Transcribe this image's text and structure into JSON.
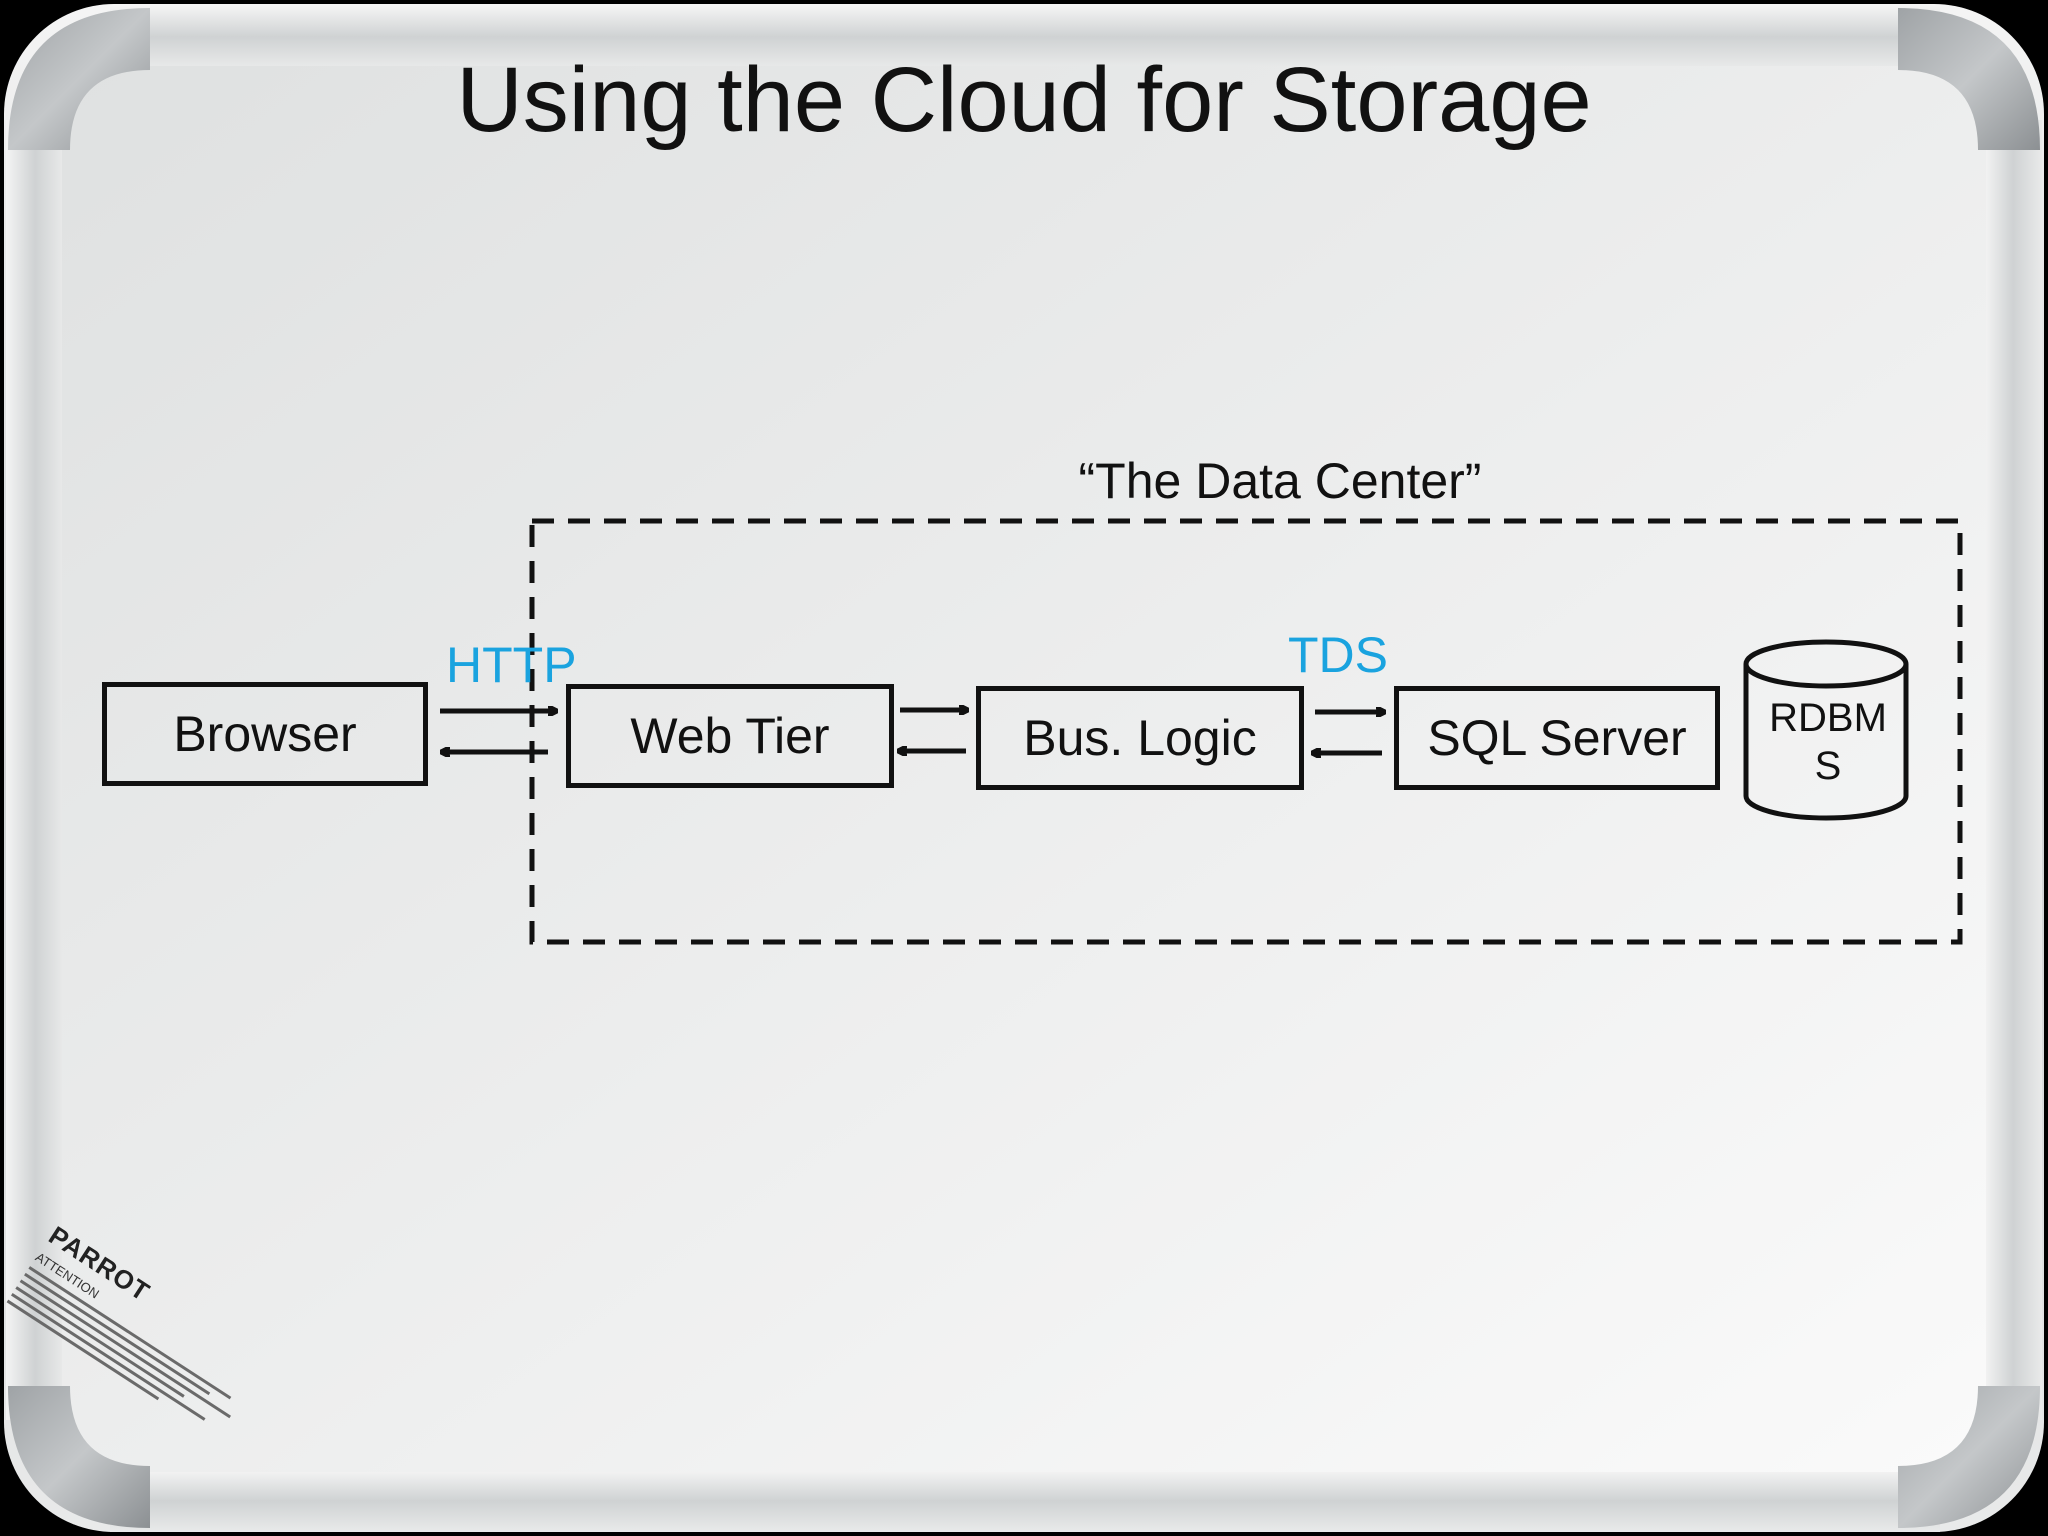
{
  "slide": {
    "title": "Using the Cloud for Storage"
  },
  "diagram": {
    "data_center_label": "“The Data Center”",
    "nodes": {
      "browser": "Browser",
      "web_tier": "Web Tier",
      "bus_logic": "Bus. Logic",
      "sql_server": "SQL Server",
      "rdbms_line1": "RDBM",
      "rdbms_line2": "S"
    },
    "protocols": {
      "http": "HTTP",
      "tds": "TDS"
    },
    "colors": {
      "protocol_label": "#1aa3df",
      "stroke": "#111111"
    }
  },
  "whiteboard": {
    "brand_mark": "PARROT",
    "sticker_heading": "ATTENTION"
  }
}
